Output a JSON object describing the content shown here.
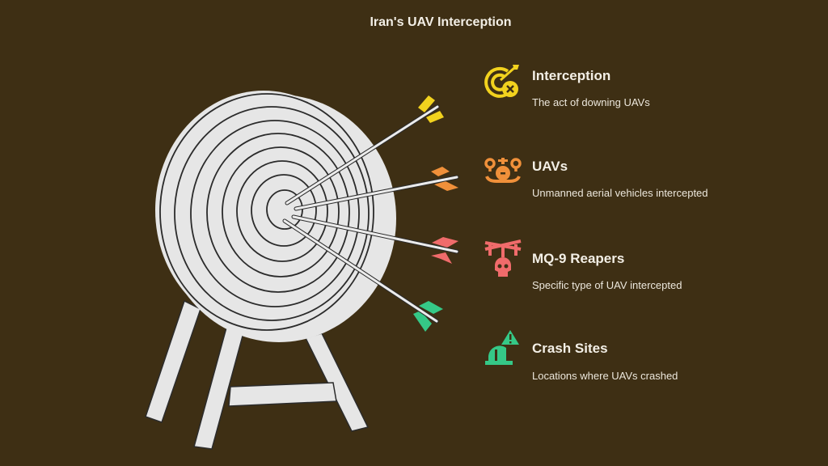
{
  "title": "Iran's UAV Interception",
  "items": [
    {
      "label": "Interception",
      "description": "The act of downing UAVs",
      "icon": "target-cross-icon",
      "color": "#f2d21e"
    },
    {
      "label": "UAVs",
      "description": "Unmanned aerial vehicles intercepted",
      "icon": "drone-icon",
      "color": "#f0903a"
    },
    {
      "label": "MQ-9 Reapers",
      "description": "Specific type of UAV intercepted",
      "icon": "drone-skull-icon",
      "color": "#f06b6b"
    },
    {
      "label": "Crash Sites",
      "description": "Locations where UAVs crashed",
      "icon": "crash-warning-icon",
      "color": "#35c887"
    }
  ]
}
